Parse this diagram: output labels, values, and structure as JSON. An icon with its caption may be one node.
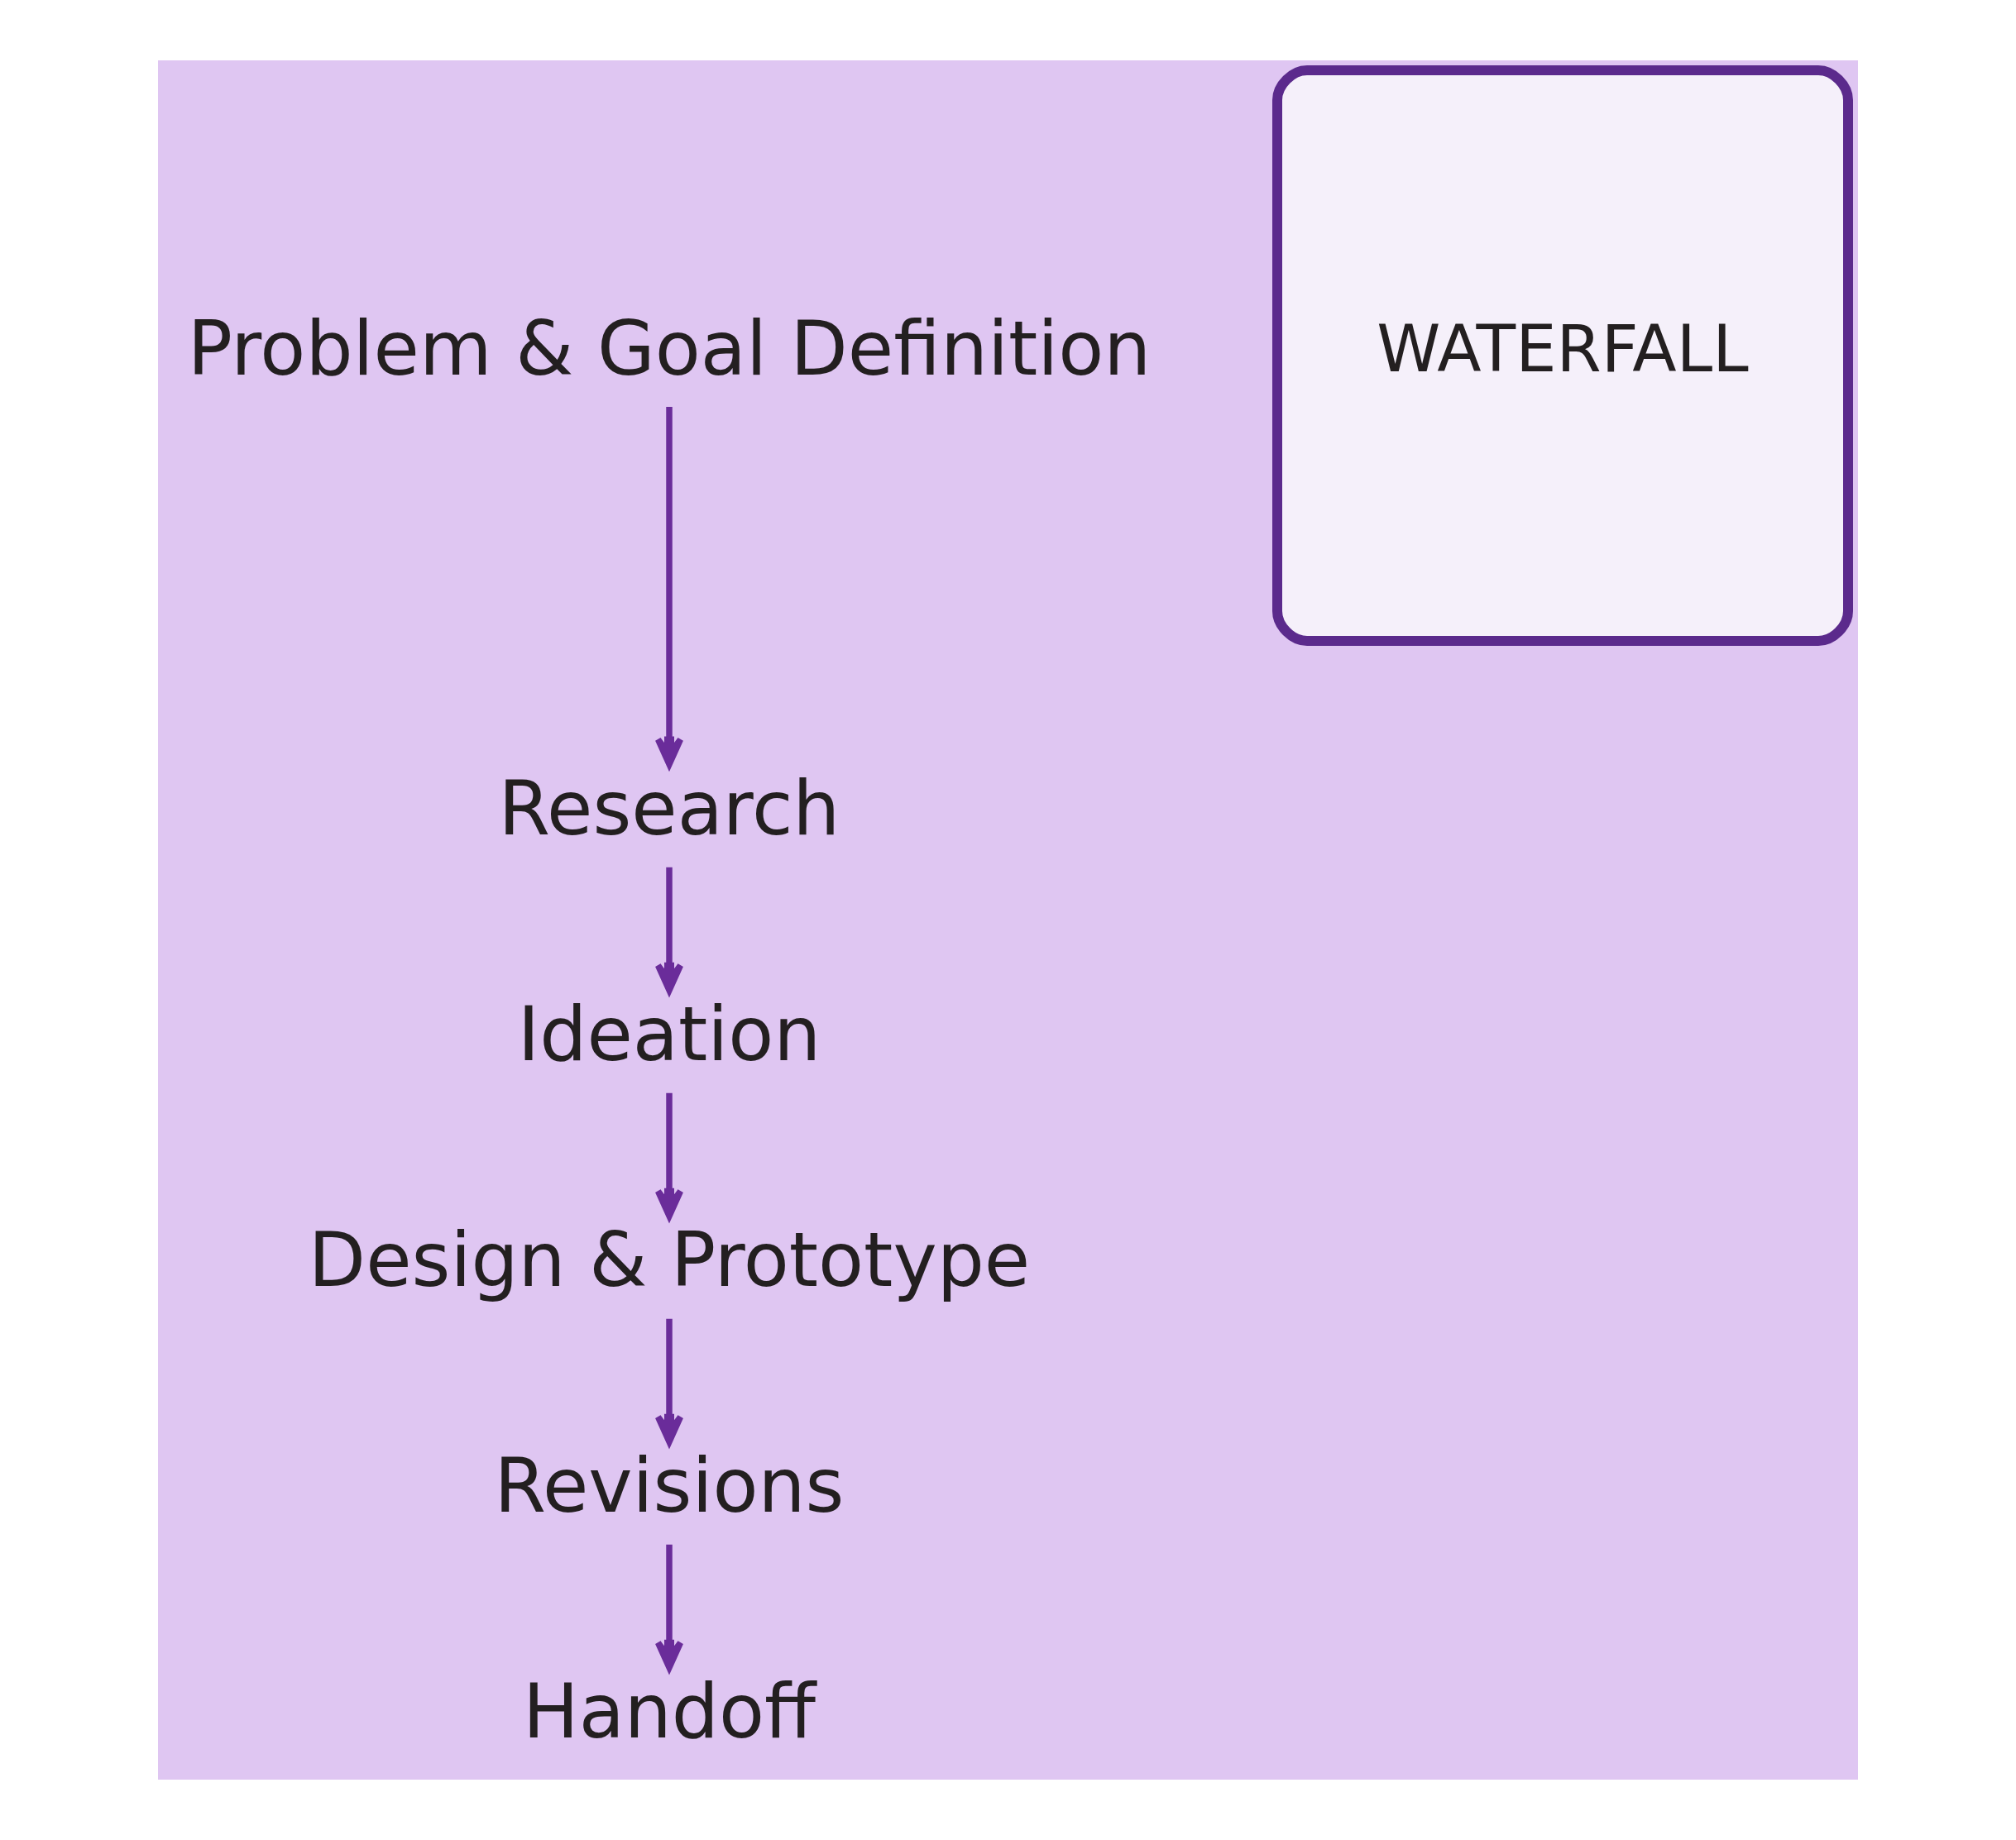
{
  "diagram": {
    "nodes": [
      {
        "text": [
          "Problem & Goal Definition"
        ]
      },
      {
        "text": [
          "Research"
        ]
      },
      {
        "text": [
          "Ideation"
        ]
      },
      {
        "text": [
          "Design & Prototype"
        ]
      },
      {
        "text": [
          "Revisions"
        ]
      },
      {
        "text": [
          "Handoff"
        ]
      },
      {
        "text": [
          "WATERFALL"
        ]
      }
    ],
    "edges": [
      {
        "from": 0,
        "to": 1,
        "arrow": "to"
      },
      {
        "from": 1,
        "to": 2,
        "arrow": "to"
      },
      {
        "from": 2,
        "to": 3,
        "arrow": "to"
      },
      {
        "from": 3,
        "to": 4,
        "arrow": "to"
      },
      {
        "from": 4,
        "to": 5,
        "arrow": "to"
      }
    ]
  }
}
